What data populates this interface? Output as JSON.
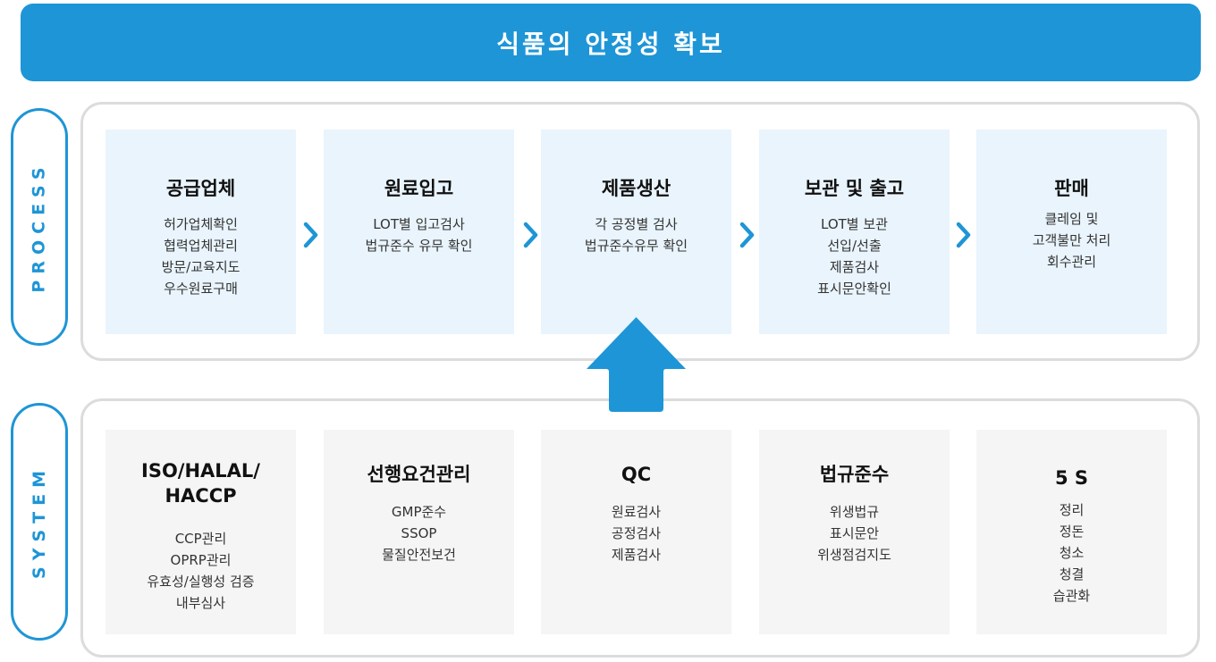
{
  "title": "식품의 안정성 확보",
  "process": {
    "label": "PROCESS",
    "cards": [
      {
        "title": "공급업체",
        "lines": [
          "허가업체확인",
          "협력업체관리",
          "방문/교육지도",
          "우수원료구매"
        ]
      },
      {
        "title": "원료입고",
        "lines": [
          "LOT별 입고검사",
          "법규준수 유무 확인"
        ]
      },
      {
        "title": "제품생산",
        "lines": [
          "각 공정별 검사",
          "법규준수유무 확인"
        ]
      },
      {
        "title": "보관 및 출고",
        "lines": [
          "LOT별 보관",
          "선입/선출",
          "제품검사",
          "표시문안확인"
        ]
      },
      {
        "title": "판매",
        "lines": [
          "클레임 및",
          "고객불만 처리",
          "회수관리"
        ]
      }
    ]
  },
  "system": {
    "label": "SYSTEM",
    "cards": [
      {
        "title_lines": [
          "ISO/HALAL/",
          "HACCP"
        ],
        "lines": [
          "CCP관리",
          "OPRP관리",
          "유효성/실행성 검증",
          "내부심사"
        ]
      },
      {
        "title_lines": [
          "선행요건관리"
        ],
        "lines": [
          "GMP준수",
          "SSOP",
          "물질안전보건"
        ]
      },
      {
        "title_lines": [
          "QC"
        ],
        "lines": [
          "원료검사",
          "공정검사",
          "제품검사"
        ]
      },
      {
        "title_lines": [
          "법규준수"
        ],
        "lines": [
          "위생법규",
          "표시문안",
          "위생점검지도"
        ]
      },
      {
        "title_lines": [
          "5 S"
        ],
        "lines": [
          "정리",
          "정돈",
          "청소",
          "청결",
          "습관화"
        ]
      }
    ]
  },
  "colors": {
    "accent": "#1e95d6",
    "process_card": "#e9f4fc",
    "system_card": "#f5f5f5",
    "panel_border": "#dcdcdc"
  },
  "icons": {
    "flow_arrow": "chevron-right-icon",
    "connector": "up-arrow-icon"
  }
}
